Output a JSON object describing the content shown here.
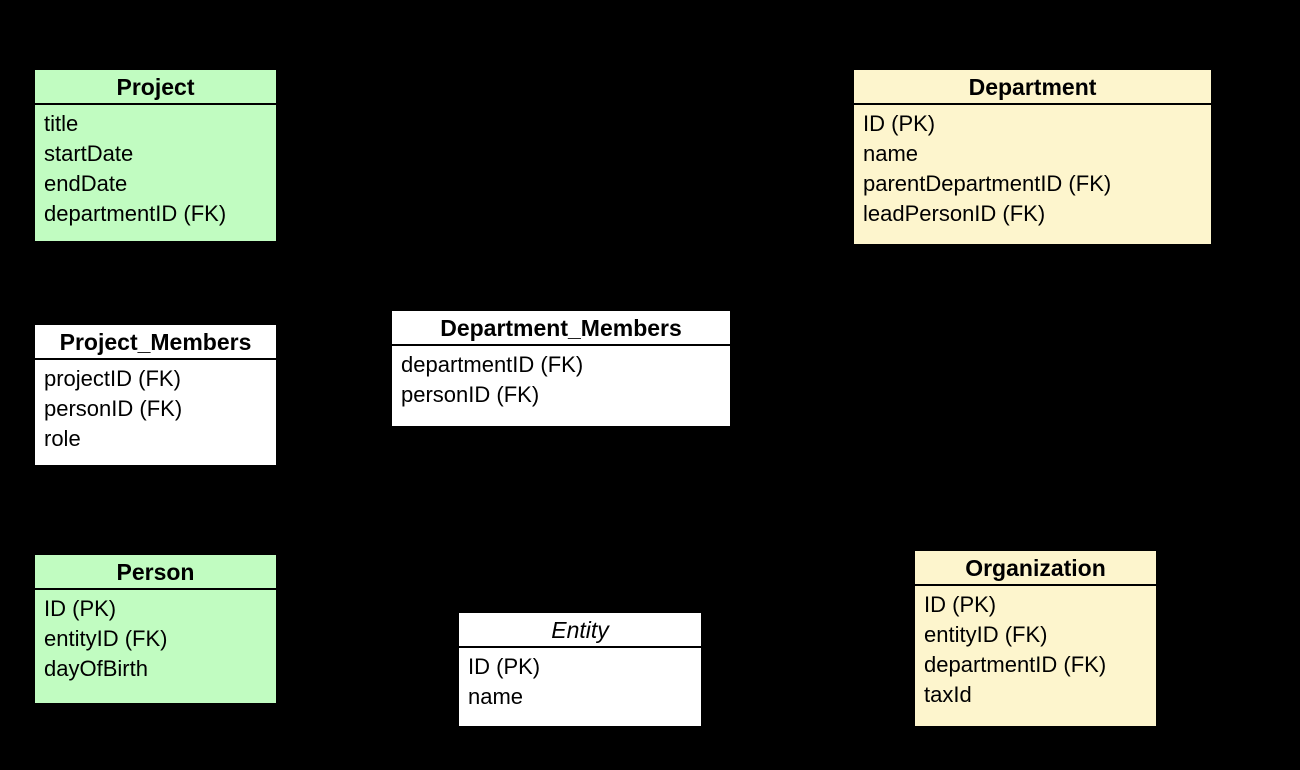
{
  "diagram": {
    "type": "entity-relationship-diagram",
    "background_color": "#000000",
    "border_color": "#000000",
    "text_color": "#000000"
  },
  "colors": {
    "green": "#c1fcc1",
    "yellow": "#fdf5cd",
    "white": "#ffffff"
  },
  "tables": [
    {
      "name": "Project",
      "fill": "#c1fcc1",
      "fields": [
        "title",
        "startDate",
        "endDate",
        "departmentID (FK)"
      ]
    },
    {
      "name": "Department",
      "fill": "#fdf5cd",
      "fields": [
        "ID (PK)",
        "name",
        "parentDepartmentID (FK)",
        "leadPersonID (FK)"
      ]
    },
    {
      "name": "Project_Members",
      "fill": "#ffffff",
      "fields": [
        "projectID (FK)",
        "personID (FK)",
        "role"
      ]
    },
    {
      "name": "Department_Members",
      "fill": "#ffffff",
      "fields": [
        "departmentID (FK)",
        "personID (FK)"
      ]
    },
    {
      "name": "Person",
      "fill": "#c1fcc1",
      "fields": [
        "ID (PK)",
        "entityID (FK)",
        "dayOfBirth"
      ]
    },
    {
      "name": "Entity",
      "fill": "#ffffff",
      "header_style": "italic",
      "fields": [
        "ID (PK)",
        "name"
      ]
    },
    {
      "name": "Organization",
      "fill": "#fdf5cd",
      "fields": [
        "ID (PK)",
        "entityID (FK)",
        "departmentID (FK)",
        "taxId"
      ]
    }
  ]
}
